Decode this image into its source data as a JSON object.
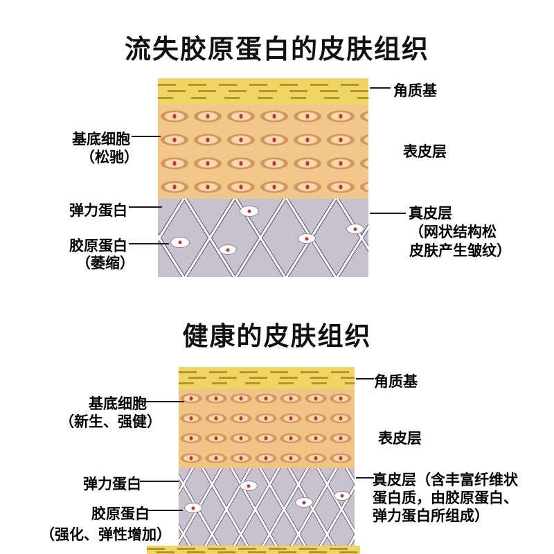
{
  "top_diagram": {
    "title": "流失胶原蛋白的皮肤组织",
    "left_labels": {
      "basal_cells": "基底细胞",
      "basal_cells_note": "（松驰）",
      "elastin": "弹力蛋白",
      "collagen": "胶原蛋白",
      "collagen_note": "（萎缩）"
    },
    "right_labels": {
      "keratin_layer": "角质基",
      "epidermis_layer": "表皮层",
      "dermis_layer": "真皮层",
      "dermis_note_line1": "（网状结构松",
      "dermis_note_line2": "皮肤产生皱纹）"
    }
  },
  "bottom_diagram": {
    "title": "健康的皮肤组织",
    "left_labels": {
      "basal_cells": "基底细胞",
      "basal_cells_note": "（新生、强健）",
      "elastin": "弹力蛋白",
      "collagen": "胶原蛋白",
      "collagen_note": "（强化、弹性增加）"
    },
    "right_labels": {
      "keratin_layer": "角质基",
      "epidermis_layer": "表皮层",
      "dermis_line1": "真皮层（含丰富纤维状",
      "dermis_line2": "蛋白质，由胶原蛋白、",
      "dermis_line3": "弹力蛋白所组成）"
    }
  },
  "colors": {
    "keratin_yellow": "#efd563",
    "keratin_dash_brown": "#b8922f",
    "epidermis_orange": "#f1c78c",
    "cell_fill": "#f8d8ab",
    "cell_outline": "#d2985f",
    "cell_nucleus_red": "#c23434",
    "dermis_gray_purple": "#c8c2cf",
    "fiber_white": "#ffffff",
    "fiber_outline_purple": "#6e6280",
    "label_text": "#000000",
    "pointer_line": "#1a1a1a"
  }
}
